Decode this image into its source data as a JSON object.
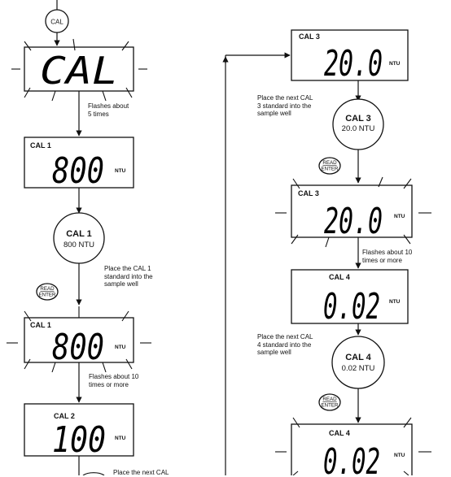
{
  "diagram": {
    "cal_button": "CAL",
    "read_button": {
      "line1": "READ",
      "line2": "ENTER"
    },
    "unit": "NTU",
    "left_column": {
      "screen_cal_flash": {
        "display": "CAL"
      },
      "note_flash_5": [
        "Flashes about",
        "5 times"
      ],
      "screen_cal1": {
        "label": "CAL 1",
        "display": "800",
        "unit": "NTU"
      },
      "circle_cal1": {
        "title": "CAL 1",
        "value": "800 NTU"
      },
      "note_place_cal1": [
        "Place the CAL 1",
        "standard into the",
        "sample well"
      ],
      "screen_cal1_flash": {
        "label": "CAL 1",
        "display": "800",
        "unit": "NTU"
      },
      "note_flash_10_a": [
        "Flashes about 10",
        "times or more"
      ],
      "screen_cal2": {
        "label": "CAL 2",
        "display": "100",
        "unit": "NTU"
      },
      "note_place_cal2_partial": "Place the next CAL"
    },
    "right_column": {
      "screen_cal3": {
        "label": "CAL 3",
        "display": "20.0",
        "unit": "NTU"
      },
      "note_place_cal3": [
        "Place the next CAL",
        "3 standard into the",
        "sample well"
      ],
      "circle_cal3": {
        "title": "CAL 3",
        "value": "20.0 NTU"
      },
      "screen_cal3_flash": {
        "label": "CAL 3",
        "display": "20.0",
        "unit": "NTU"
      },
      "note_flash_10_b": [
        "Flashes about 10",
        "times or more"
      ],
      "screen_cal4": {
        "label": "CAL 4",
        "display": "0.02",
        "unit": "NTU"
      },
      "note_place_cal4": [
        "Place the next CAL",
        "4 standard into the",
        "sample well"
      ],
      "circle_cal4": {
        "title": "CAL 4",
        "value": "0.02 NTU"
      },
      "screen_cal4_flash": {
        "label": "CAL 4",
        "display": "0.02",
        "unit": "NTU"
      }
    }
  }
}
